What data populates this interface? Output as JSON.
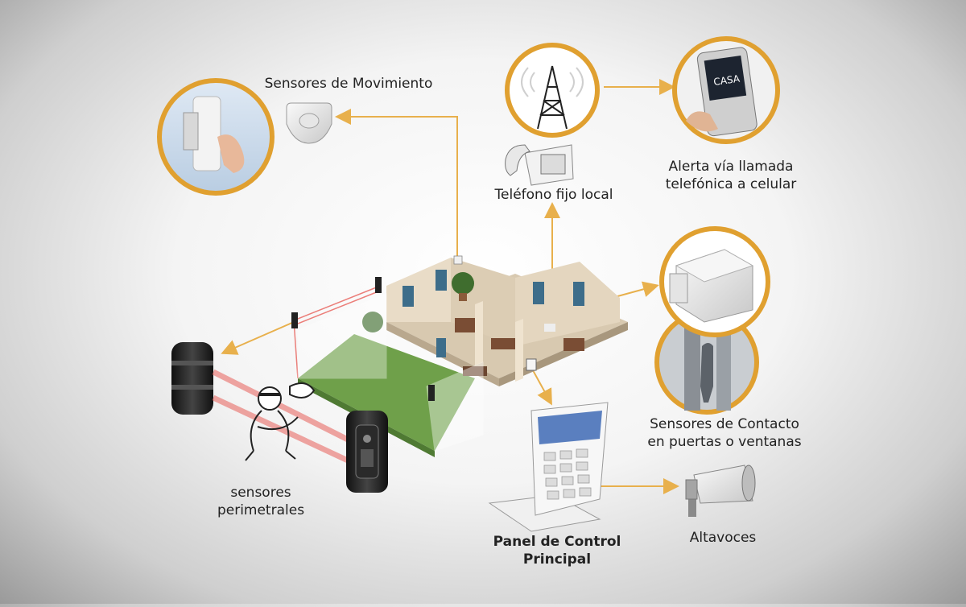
{
  "colors": {
    "accent": "#e6a42a",
    "connector": "#e8b04c",
    "ring": "#e0a030",
    "grass": "#6fa04a",
    "wall": "#e9dcc7",
    "floor": "#d8c9b0",
    "laser": "#e8605a"
  },
  "labels": {
    "motion_sensors": "Sensores de Movimiento",
    "local_phone": "Teléfono fijo local",
    "cell_alert_line1": "Alerta vía llamada",
    "cell_alert_line2": "telefónica a celular",
    "contact_line1": "Sensores de Contacto",
    "contact_line2": "en puertas o ventanas",
    "perimeter_line1": "sensores",
    "perimeter_line2": "perimetrales",
    "panel_line1": "Panel de Control",
    "panel_line2": "Principal",
    "speakers": "Altavoces",
    "phone_screen": "CASA"
  },
  "icons": {
    "motion": "motion-sensor-icon",
    "tower": "radio-tower-icon",
    "phone": "desk-phone-icon",
    "cell": "cell-phone-icon",
    "contact": "contact-sensor-icon",
    "perimeter": "beam-sensor-icon",
    "intruder": "intruder-icon",
    "panel": "keypad-icon",
    "speaker": "siren-speaker-icon",
    "house": "house-cutaway-icon"
  }
}
